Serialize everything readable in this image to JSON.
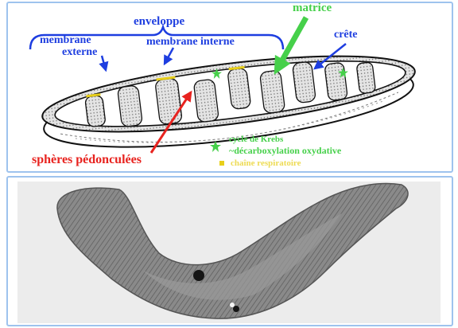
{
  "diagram": {
    "labels": {
      "enveloppe": "enveloppe",
      "membrane_externe_line1": "membrane",
      "membrane_externe_line2": "externe",
      "membrane_interne": "membrane interne",
      "matrice": "matrice",
      "crete": "crête",
      "spheres_pedonculees": "sphères pédonculées"
    },
    "legend": [
      {
        "icon": "green-star-icon",
        "text": "cycle de Krebs"
      },
      {
        "icon": "green-star-icon",
        "text": "~décarboxylation oxydative"
      },
      {
        "icon": "yellow-square-icon",
        "text": "chaîne respiratoire"
      }
    ]
  },
  "micrograph": {
    "description_icon": "electron-micrograph-image"
  },
  "colors": {
    "label_blue": "#1e3ee0",
    "label_green": "#46d04a",
    "label_red": "#e8231f",
    "label_yellow": "#e8cf1a",
    "frame": "#9ec3ee"
  }
}
